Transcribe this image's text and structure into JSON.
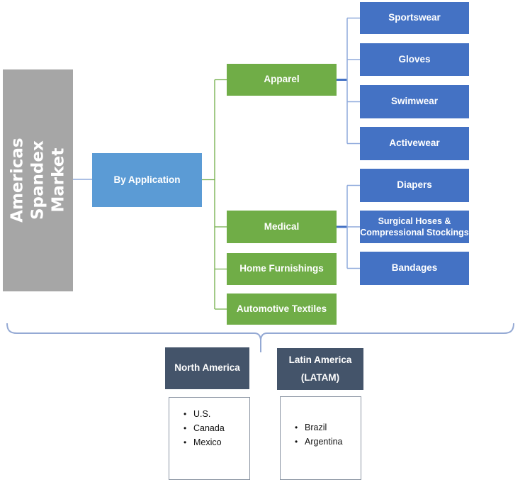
{
  "title_box": {
    "text": "Americas Spandex\nMarket"
  },
  "dimension_box": {
    "label": "By Application"
  },
  "segments": {
    "apparel": {
      "label": "Apparel"
    },
    "medical": {
      "label": "Medical"
    },
    "home_furnishings": {
      "label": "Home Furnishings"
    },
    "automotive_textiles": {
      "label": "Automotive Textiles"
    }
  },
  "apparel_sub": [
    "Sportswear",
    "Gloves",
    "Swimwear",
    "Activewear"
  ],
  "medical_sub": [
    "Diapers",
    "Surgical Hoses &\nCompressional Stockings",
    "Bandages"
  ],
  "regions": {
    "north_america": {
      "label": "North America",
      "countries": [
        "U.S.",
        "Canada",
        "Mexico"
      ]
    },
    "latam": {
      "label": "Latin America\n(LATAM)",
      "countries": [
        "Brazil",
        "Argentina"
      ]
    }
  },
  "glyphs": {
    "bullet": "•"
  },
  "colors": {
    "root_gray": "#a6a6a6",
    "dimension_blue": "#5b9bd5",
    "segment_green": "#70ad47",
    "sub_blue": "#4472c4",
    "region_slate": "#44546a",
    "connector_green": "#70ad47",
    "connector_light_blue": "#8faadc",
    "connector_dark_blue": "#4472c4",
    "brace_blue": "#94a9d4"
  }
}
